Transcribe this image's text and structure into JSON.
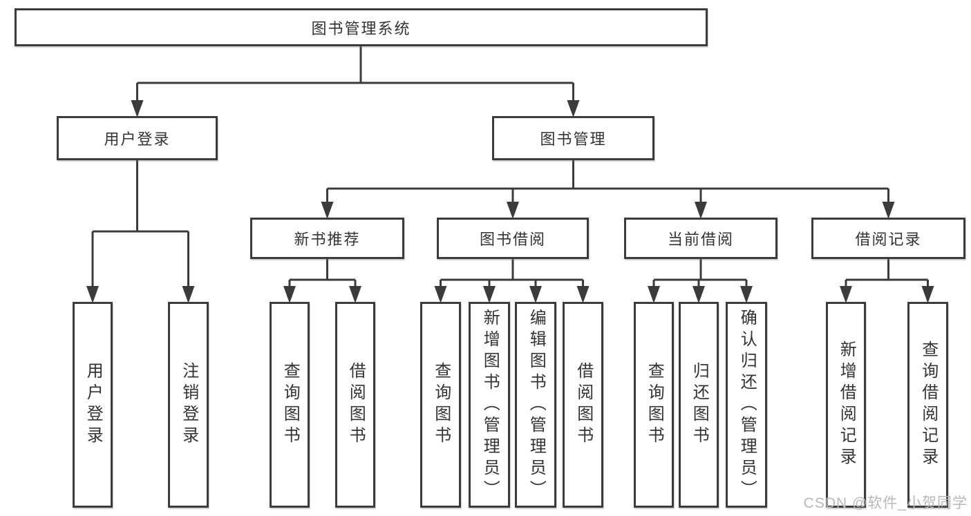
{
  "colors": {
    "line": "#3b3b3b",
    "text": "#333333",
    "box_background": "#ffffff",
    "watermark": "#b8b8b8"
  },
  "watermark": "CSDN @软件_小贺同学",
  "tree": {
    "root": {
      "label": "图书管理系统",
      "children": [
        {
          "label": "用户登录",
          "children": [
            {
              "label": "用户登录"
            },
            {
              "label": "注销登录"
            }
          ]
        },
        {
          "label": "图书管理",
          "children": [
            {
              "label": "新书推荐",
              "children": [
                {
                  "label": "查询图书"
                },
                {
                  "label": "借阅图书"
                }
              ]
            },
            {
              "label": "图书借阅",
              "children": [
                {
                  "label": "查询图书"
                },
                {
                  "label": "新增图书（管理员）"
                },
                {
                  "label": "编辑图书（管理员）"
                },
                {
                  "label": "借阅图书"
                }
              ]
            },
            {
              "label": "当前借阅",
              "children": [
                {
                  "label": "查询图书"
                },
                {
                  "label": "归还图书"
                },
                {
                  "label": "确认归还（管理员）"
                }
              ]
            },
            {
              "label": "借阅记录",
              "children": [
                {
                  "label": "新增借阅记录"
                },
                {
                  "label": "查询借阅记录"
                }
              ]
            }
          ]
        }
      ]
    }
  }
}
